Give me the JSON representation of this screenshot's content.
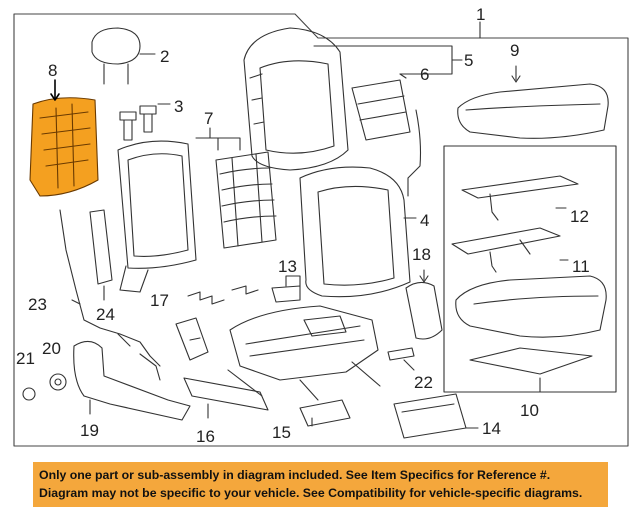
{
  "callouts": {
    "c1": "1",
    "c2": "2",
    "c3": "3",
    "c4": "4",
    "c5": "5",
    "c6": "6",
    "c7": "7",
    "c8": "8",
    "c9": "9",
    "c10": "10",
    "c11": "11",
    "c12": "12",
    "c13": "13",
    "c14": "14",
    "c15": "15",
    "c16": "16",
    "c17": "17",
    "c18": "18",
    "c19": "19",
    "c20": "20",
    "c21": "21",
    "c22": "22",
    "c23": "23",
    "c24": "24"
  },
  "banner": {
    "line1": "Only one part or sub-assembly in diagram included. See Item Specifics for Reference #.",
    "line2": "Diagram may not be specific to your vehicle. See Compatibility for vehicle-specific diagrams."
  },
  "colors": {
    "banner_bg": "#f4a73c",
    "highlight_part": "#f4a020"
  }
}
